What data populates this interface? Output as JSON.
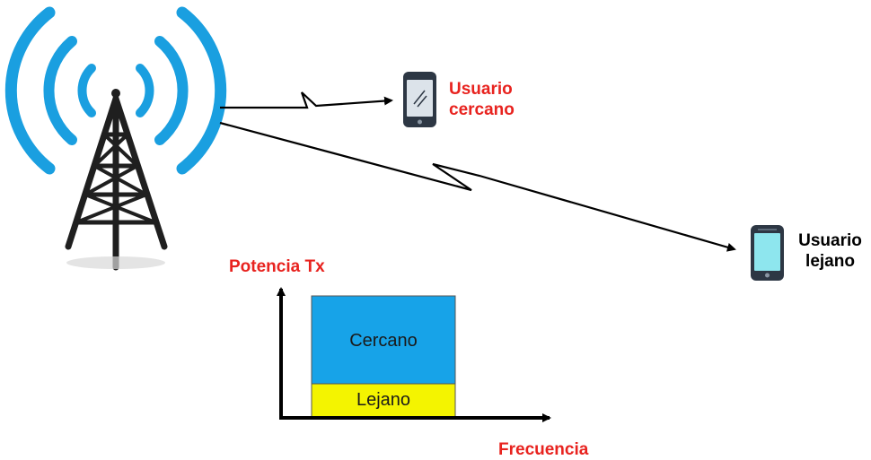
{
  "labels": {
    "near_user": "Usuario cercano",
    "far_user": "Usuario lejano",
    "y_axis": "Potencia Tx",
    "x_axis": "Frecuencia"
  },
  "bands": {
    "near": "Cercano",
    "far": "Lejano"
  },
  "colors": {
    "antenna_waves": "#1a9fe0",
    "near_band": "#17a3e8",
    "far_band": "#f4f400",
    "label_red": "#e8231f",
    "far_phone_screen": "#8ee6ee"
  },
  "icons": {
    "tower": "cell-tower-icon",
    "near_device": "smartphone-icon",
    "far_device": "smartphone-icon"
  }
}
